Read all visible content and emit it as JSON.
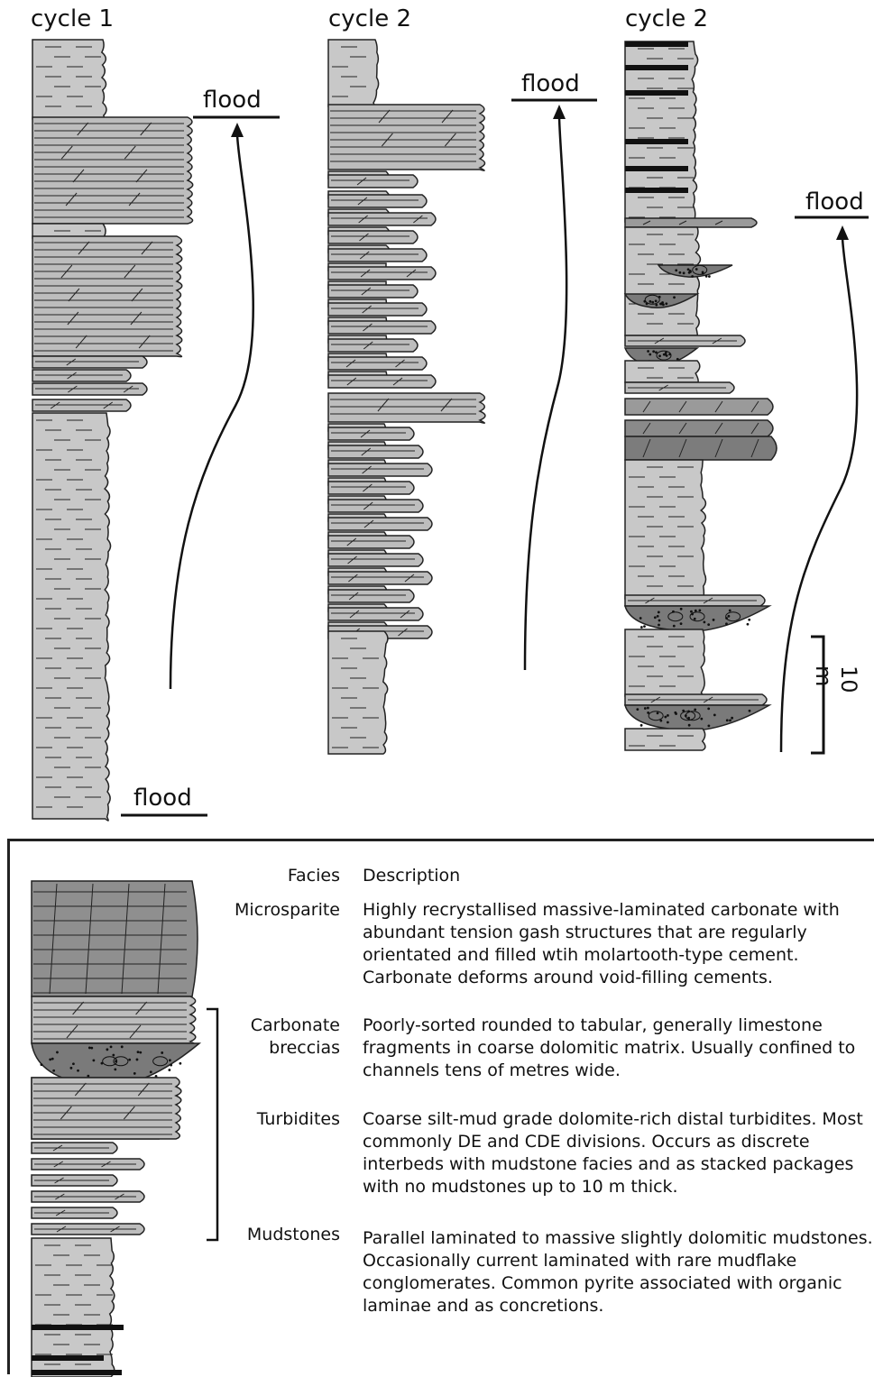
{
  "columns": [
    {
      "title": "cycle 1"
    },
    {
      "title": "cycle 2"
    },
    {
      "title": "cycle 2"
    }
  ],
  "flood_label": "flood",
  "scale_label": "10 m",
  "legend": {
    "header_facies": "Facies",
    "header_description": "Description",
    "rows": [
      {
        "facies": "Microsparite",
        "description": "Highly recrystallised massive-laminated carbonate with abundant tension gash structures that are regularly orientated and filled wtih molartooth-type cement. Carbonate deforms around void-filling cements."
      },
      {
        "facies": "Carbonate breccias",
        "description": "Poorly-sorted rounded to tabular, generally limestone fragments in coarse dolomitic matrix. Usually confined to channels tens of metres wide."
      },
      {
        "facies": "Turbidites",
        "description": "Coarse silt-mud grade dolomite-rich distal turbidites. Most commonly DE and CDE divisions. Occurs as discrete interbeds with mudstone facies and as stacked packages with no mudstones up to 10 m thick."
      },
      {
        "facies": "Mudstones",
        "description": "Parallel laminated to massive slightly dolomitic mudstones. Occasionally current laminated with rare mudflake conglomerates. Common pyrite associated with organic laminae and as concretions."
      }
    ]
  },
  "colors": {
    "mudstone": "#c8c8c8",
    "turbidite": "#bdbdbd",
    "breccia": "#7a7a7a",
    "microsparite": "#8c8c8c",
    "pyrite": "#111111",
    "line": "#222222"
  }
}
